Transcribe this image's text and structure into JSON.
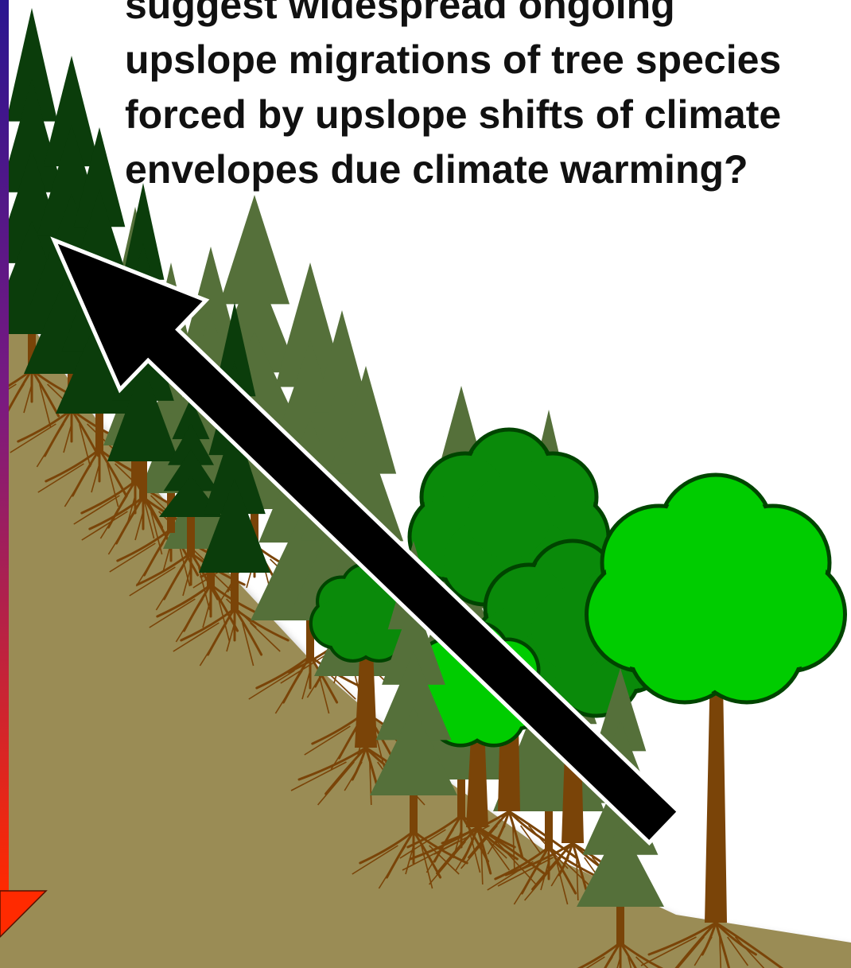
{
  "question": {
    "lines": [
      "suggest widespread ongoing",
      "upslope migrations of tree species",
      "forced by upslope shifts of climate",
      "envelopes due climate warming?"
    ]
  },
  "colors": {
    "background": "#ffffff",
    "slope": "#9a8c55",
    "dark_conifer": "#0b3d0b",
    "olive_conifer": "#55703a",
    "broadleaf_dark": "#0a8a0a",
    "broadleaf_light": "#00cc00",
    "trunk": "#7a4408",
    "arrow_fill": "#000000",
    "arrow_outline": "#ffffff",
    "gradient_top": "#2a1590",
    "gradient_bottom": "#ff2a00"
  },
  "icons": [
    "temperature-gradient-bar",
    "upslope-migration-arrow",
    "conifer-tree",
    "broadleaf-tree"
  ]
}
